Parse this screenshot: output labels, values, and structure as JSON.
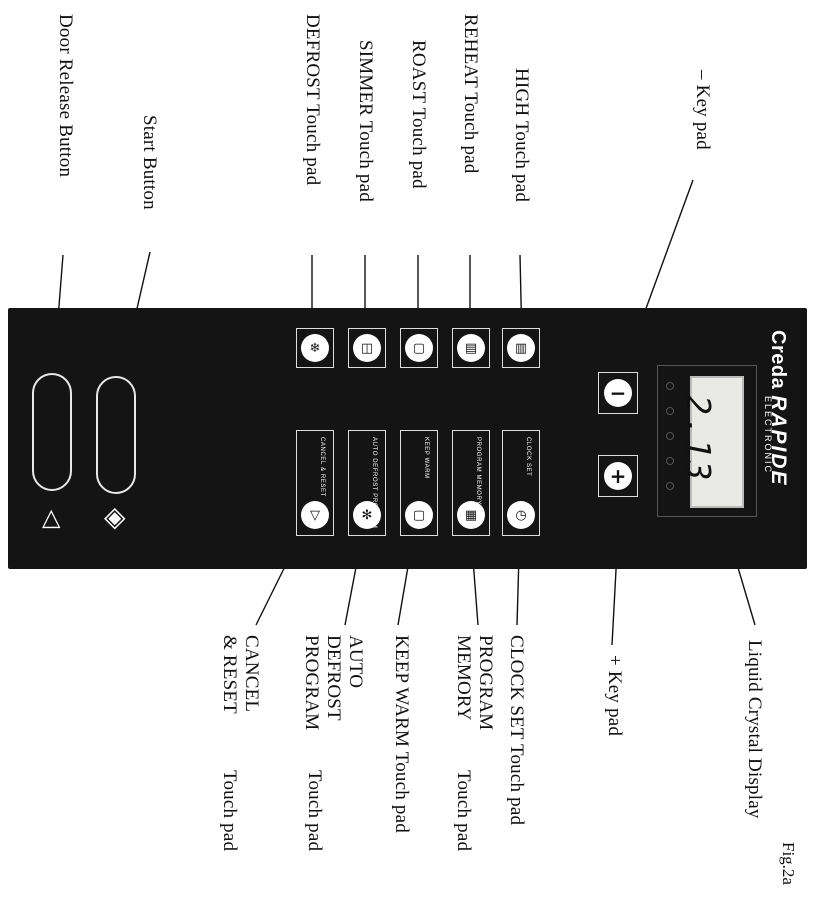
{
  "labels": {
    "door_release": "Door Release Button",
    "start": "Start Button",
    "defrost": "DEFROST Touch pad",
    "simmer": "SIMMER Touch pad",
    "roast": "ROAST Touch pad",
    "reheat": "REHEAT Touch pad",
    "high": "HIGH Touch pad",
    "minus_key": "– Key pad",
    "lcd": "Liquid Crystal Display",
    "plus_key": "+ Key pad",
    "clock_set": "CLOCK SET Touch pad",
    "program_memory_1": "PROGRAM",
    "program_memory_2": "MEMORY",
    "program_memory_suffix": "Touch pad",
    "keep_warm": "KEEP WARM Touch pad",
    "auto_defrost_1": "AUTO",
    "auto_defrost_2": "DEFROST",
    "auto_defrost_3": "PROGRAM",
    "auto_defrost_suffix": "Touch pad",
    "cancel_1": "CANCEL",
    "cancel_2": "& RESET",
    "cancel_suffix": "Touch pad"
  },
  "panel": {
    "brand": "Creda",
    "model": "RAPIDE",
    "subtitle": "ELECTRONIC",
    "display_value": "2.13",
    "minus_symbol": "−",
    "plus_symbol": "+",
    "clock_set_text": "CLOCK SET",
    "program_memory_text": "PROGRAM MEMORY",
    "keep_warm_text": "KEEP WARM",
    "auto_defrost_text": "AUTO DEFROST PROGRAM",
    "cancel_text": "CANCEL & RESET"
  },
  "figure_label": "Fig.2a",
  "colors": {
    "panel": "#141414",
    "lcd": "#e9e9e6",
    "ink": "#111111"
  }
}
